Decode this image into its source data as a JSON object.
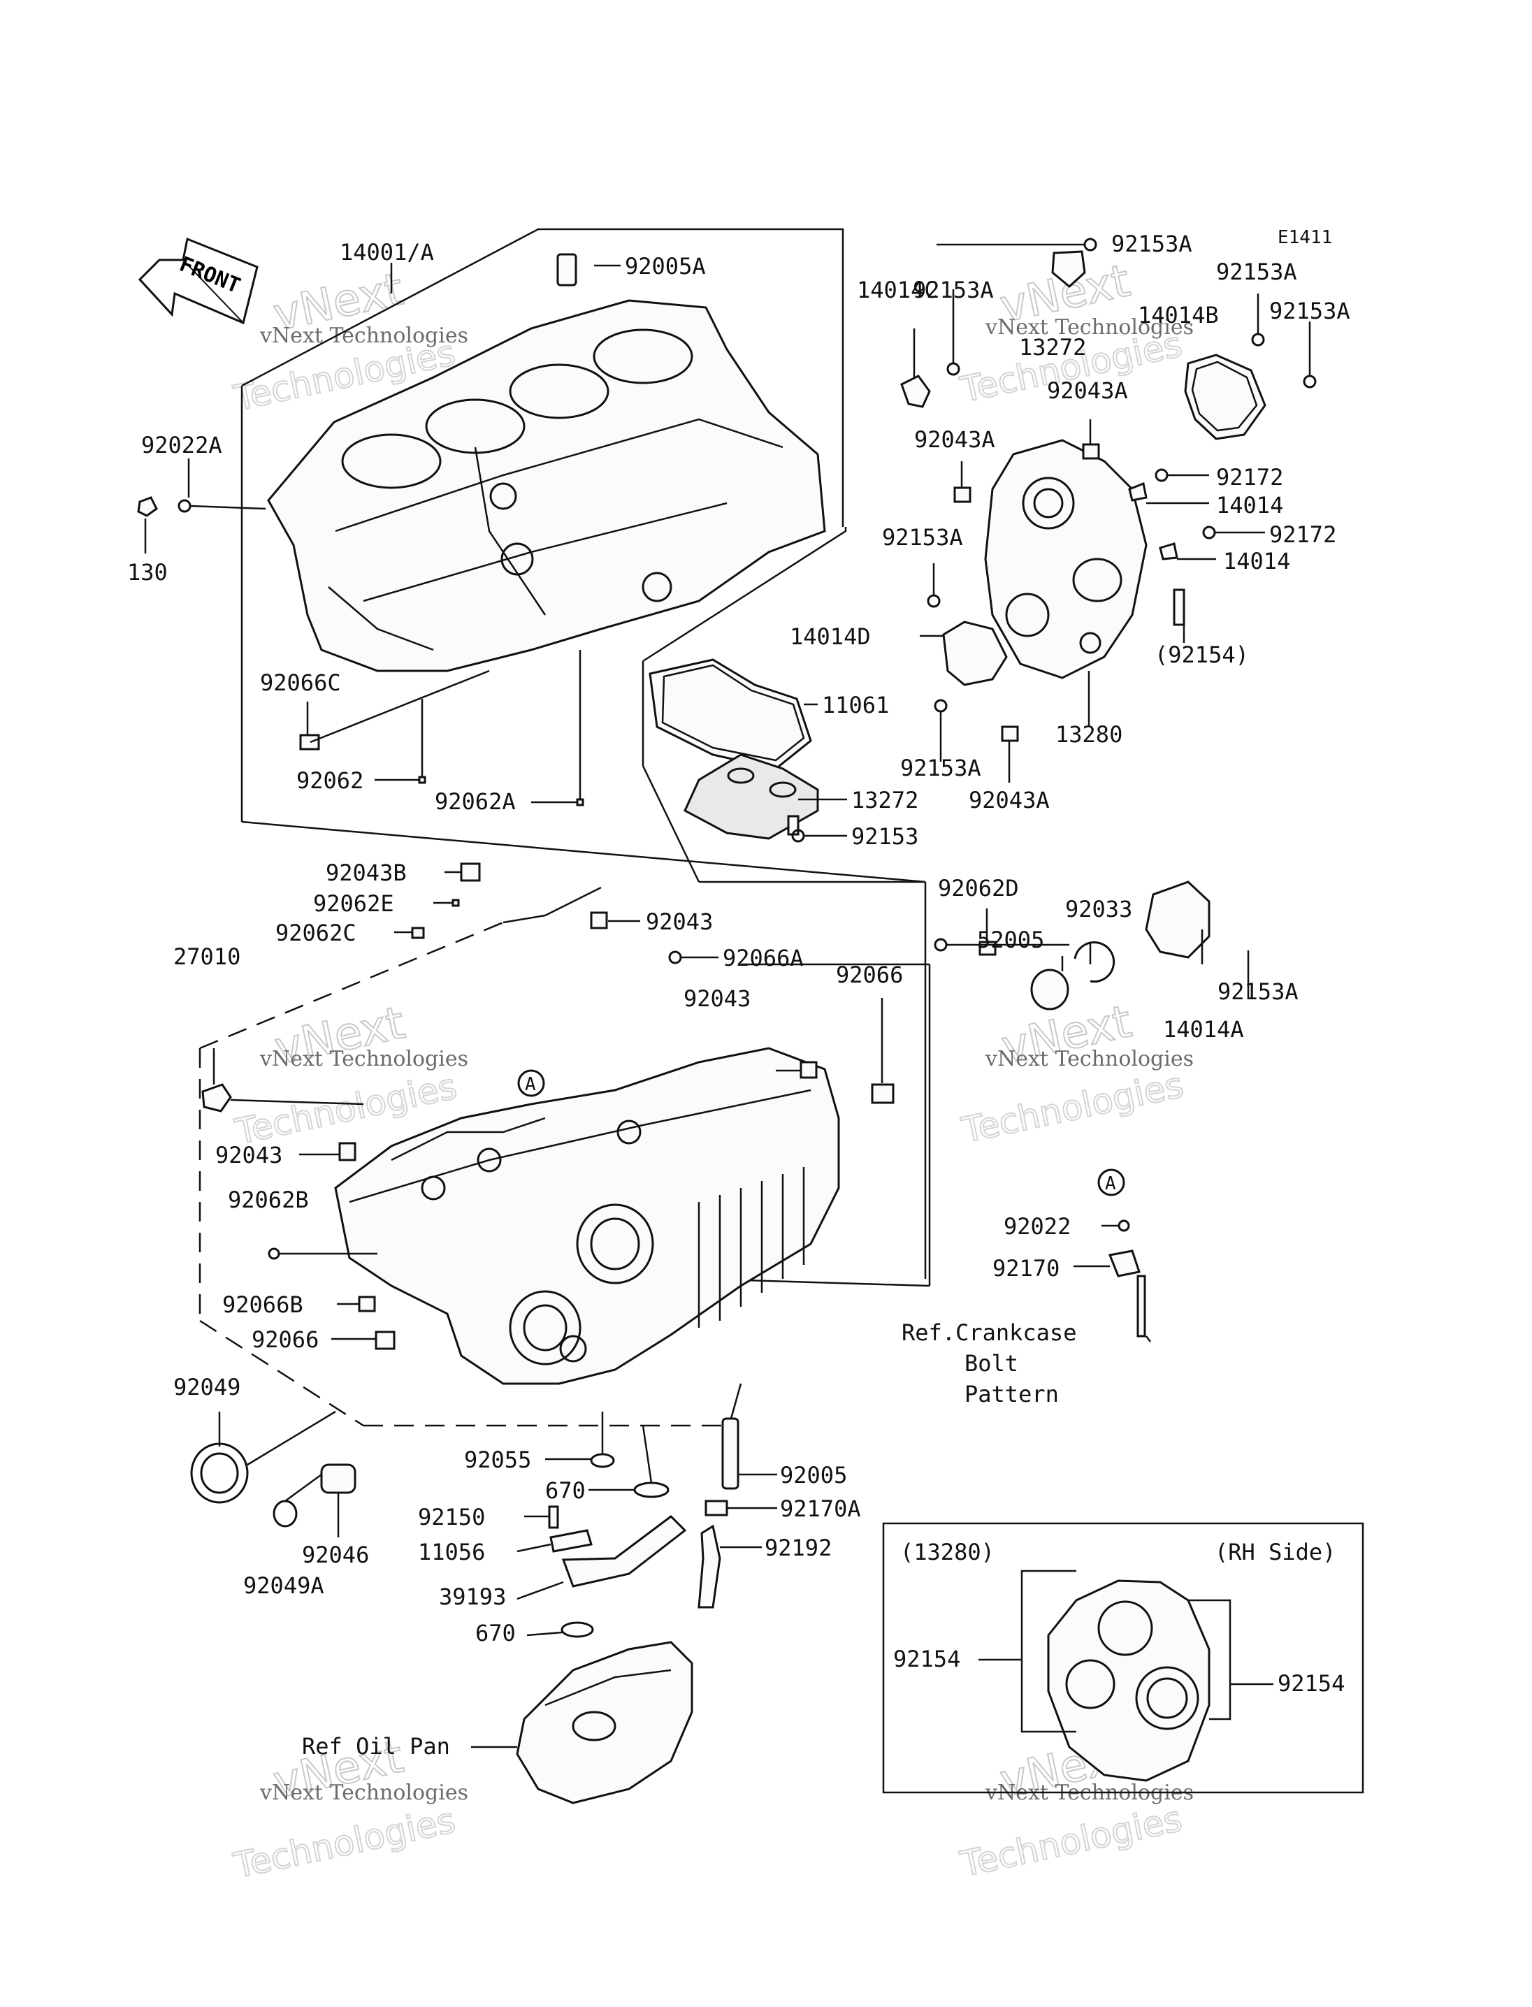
{
  "diagram_code": "E1411",
  "front_arrow": {
    "label": "FRONT"
  },
  "watermark": {
    "company": "vNext Technologies",
    "word1": "vNext",
    "word2": "Technologies"
  },
  "callouts": {
    "p14001A": "14001/A",
    "p92005A": "92005A",
    "p92022A": "92022A",
    "p130": "130",
    "p92066C": "92066C",
    "p92062": "92062",
    "p92062A": "92062A",
    "p92153A_top": "92153A",
    "p92153A_2": "92153A",
    "p92153A_3": "92153A",
    "p92153A_4": "92153A",
    "p14014C": "14014C",
    "p14014B": "14014B",
    "p13272_top": "13272",
    "p92043A_1": "92043A",
    "p92043A_2": "92043A",
    "p92172_1": "92172",
    "p14014_1": "14014",
    "p92172_2": "92172",
    "p14014_2": "14014",
    "p92153A_5": "92153A",
    "p14014D": "14014D",
    "p92154_paren": "(92154)",
    "p11061": "11061",
    "p13280": "13280",
    "p92153A_6": "92153A",
    "p92043A_3": "92043A",
    "p13272": "13272",
    "p92153": "92153",
    "p92043B": "92043B",
    "p92062E": "92062E",
    "p92062C": "92062C",
    "p92043_1": "92043",
    "p92062D": "92062D",
    "p92033": "92033",
    "p27010": "27010",
    "p92066A": "92066A",
    "p52005": "52005",
    "p92043_2": "92043",
    "p92066_1": "92066",
    "p92153A_7": "92153A",
    "p14014A": "14014A",
    "pA_1": "A",
    "pA_2": "A",
    "p92043_3": "92043",
    "p92062B": "92062B",
    "p92022": "92022",
    "p92170": "92170",
    "p92066B": "92066B",
    "p92066_2": "92066",
    "ref_crankcase_1": "Ref.Crankcase",
    "ref_crankcase_2": "Bolt",
    "ref_crankcase_3": "Pattern",
    "p92049": "92049",
    "p92055": "92055",
    "p92005": "92005",
    "p670_1": "670",
    "p92170A": "92170A",
    "p92150": "92150",
    "p92192": "92192",
    "p11056": "11056",
    "p92046": "92046",
    "p92049A": "92049A",
    "p39193": "39193",
    "p670_2": "670",
    "ref_oilpan": "Ref Oil Pan"
  },
  "inset": {
    "part_ref": "(13280)",
    "side": "(RH Side)",
    "left_label": "92154",
    "right_label": "92154"
  }
}
